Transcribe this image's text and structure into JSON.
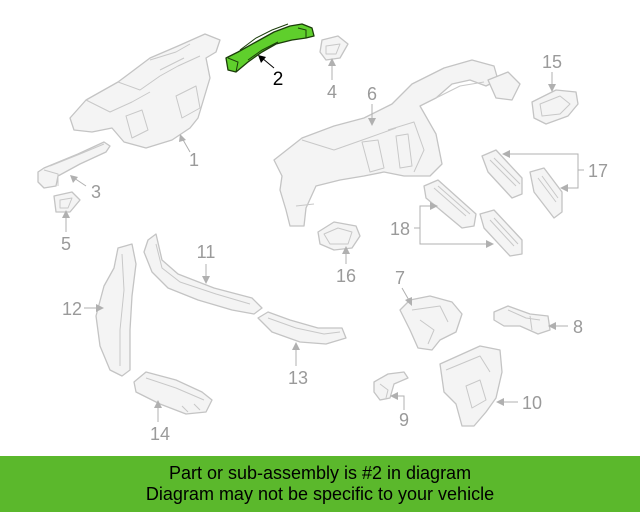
{
  "diagram": {
    "highlighted_part": "2",
    "callouts": [
      "1",
      "2",
      "3",
      "4",
      "5",
      "6",
      "7",
      "8",
      "9",
      "10",
      "11",
      "12",
      "13",
      "14",
      "15",
      "16",
      "17",
      "18"
    ],
    "colors": {
      "highlight_fill": "#5fcf2c",
      "part_line": "#c4c4c4",
      "callout_text": "#9a9a9a",
      "banner_bg": "#5bb82c"
    }
  },
  "banner": {
    "line1": "Part or sub-assembly is #2 in diagram",
    "line2": "Diagram may not be specific to your vehicle"
  }
}
